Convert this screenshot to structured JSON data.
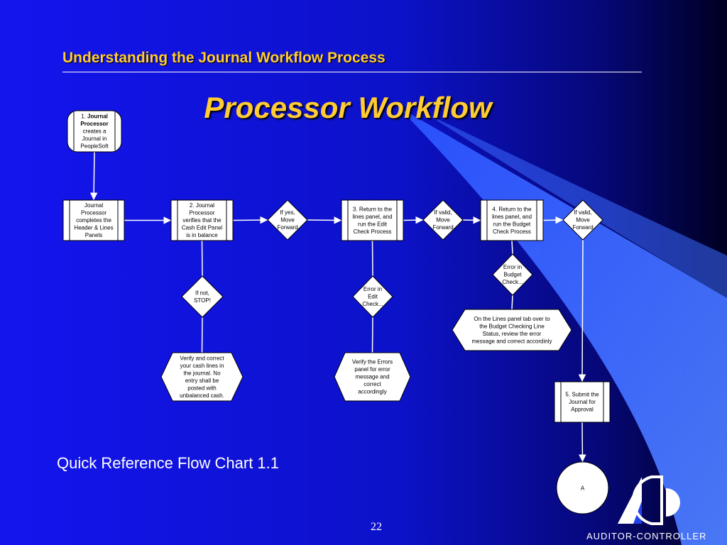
{
  "slide": {
    "header_title": "Understanding the Journal Workflow Process",
    "main_title": "Processor Workflow",
    "caption": "Quick Reference Flow Chart 1.1",
    "page_number": "22",
    "brand_label": "AUDITOR-CONTROLLER",
    "colors": {
      "accent_title": "#ffcc33",
      "background_top": "#1a1aff",
      "background_dark": "#000033",
      "swoosh": "#3366ff"
    }
  },
  "flowchart": {
    "nodes": [
      {
        "id": "n1",
        "shape": "terminal",
        "lines": [
          [
            [
              "1.  ",
              false
            ],
            [
              "Journal",
              true
            ]
          ],
          [
            [
              "Processor",
              true
            ]
          ],
          [
            [
              "creates a",
              false
            ]
          ],
          [
            [
              "Journal in",
              false
            ]
          ],
          [
            [
              "PeopleSoft",
              false
            ]
          ]
        ]
      },
      {
        "id": "n2",
        "shape": "process",
        "lines": [
          "Journal",
          "Processor",
          "completes the",
          "Header & Lines",
          "Panels"
        ]
      },
      {
        "id": "n3",
        "shape": "process",
        "lines": [
          "2.  Journal",
          "Processor",
          "verifies that the",
          "Cash Edit Panel",
          "is in balance"
        ]
      },
      {
        "id": "d1",
        "shape": "decision",
        "lines": [
          "If yes,",
          "Move",
          "Forward"
        ]
      },
      {
        "id": "n4",
        "shape": "process",
        "lines": [
          "3.  Return to the",
          "lines panel, and",
          "run the Edit",
          "Check Process"
        ]
      },
      {
        "id": "d2",
        "shape": "decision",
        "lines": [
          "If valid,",
          "Move",
          "Forward"
        ]
      },
      {
        "id": "n5",
        "shape": "process",
        "lines": [
          "4.  Return to the",
          "lines panel, and",
          "run the Budget",
          "Check Process"
        ]
      },
      {
        "id": "d3",
        "shape": "decision",
        "lines": [
          "If valid,",
          "Move",
          "Forward"
        ]
      },
      {
        "id": "d4",
        "shape": "decision",
        "lines": [
          "If not,",
          "STOP!"
        ]
      },
      {
        "id": "d5",
        "shape": "decision",
        "lines": [
          "Error in",
          "Edit",
          "Check..."
        ]
      },
      {
        "id": "d6",
        "shape": "decision",
        "lines": [
          "Error in",
          "Budget",
          "Check..."
        ]
      },
      {
        "id": "h1",
        "shape": "preparation",
        "lines": [
          "Verify and correct",
          "your cash lines in",
          "the journal.  No",
          "entry shall be",
          "posted with",
          "unbalanced cash."
        ]
      },
      {
        "id": "h2",
        "shape": "preparation",
        "lines": [
          "Verify the Errors",
          "panel for error",
          "message and",
          "correct",
          "accordingly"
        ]
      },
      {
        "id": "h3",
        "shape": "preparation",
        "lines": [
          "On the Lines panel tab over to",
          "the Budget Checking Line",
          "Status, review the error",
          "message and correct accordinly"
        ]
      },
      {
        "id": "n6",
        "shape": "process",
        "lines": [
          "5.  Submit the",
          "Journal for",
          "Approval"
        ]
      },
      {
        "id": "c1",
        "shape": "connector",
        "lines": [
          "A"
        ]
      }
    ],
    "edges": [
      [
        "n1",
        "n2"
      ],
      [
        "n2",
        "n3"
      ],
      [
        "n3",
        "d1"
      ],
      [
        "d1",
        "n4"
      ],
      [
        "n4",
        "d2"
      ],
      [
        "d2",
        "n5"
      ],
      [
        "n5",
        "d3"
      ],
      [
        "n3",
        "d4"
      ],
      [
        "d4",
        "h1"
      ],
      [
        "n4",
        "d5"
      ],
      [
        "d5",
        "h2"
      ],
      [
        "n5",
        "d6"
      ],
      [
        "d6",
        "h3"
      ],
      [
        "d3",
        "n6"
      ],
      [
        "n6",
        "c1"
      ]
    ]
  }
}
